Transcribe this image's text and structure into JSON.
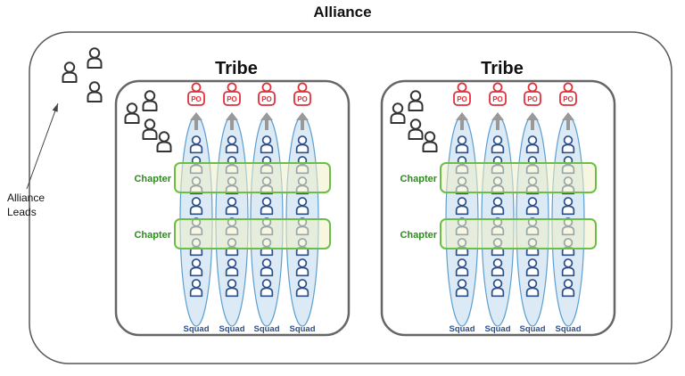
{
  "title": "Alliance",
  "alliance_leads_label": [
    "Alliance",
    "Leads"
  ],
  "tribes": [
    {
      "label": "Tribe",
      "po_label": "PO",
      "chapters": [
        "Chapter",
        "Chapter"
      ],
      "squads": [
        "Squad",
        "Squad",
        "Squad",
        "Squad"
      ]
    },
    {
      "label": "Tribe",
      "po_label": "PO",
      "chapters": [
        "Chapter",
        "Chapter"
      ],
      "squads": [
        "Squad",
        "Squad",
        "Squad",
        "Squad"
      ]
    }
  ],
  "icons": {
    "person": "person-icon",
    "product_owner": "product-owner-icon",
    "arrow": "arrow-up-icon"
  },
  "colors": {
    "squad_fill": "#cfe3f2",
    "squad_stroke": "#5d9fd0",
    "chapter_fill": "#f0efc6",
    "chapter_stroke": "#6cbf46",
    "chapter_text": "#2e8b1e",
    "po_red": "#e0303a",
    "member_blue": "#2c4f8a",
    "lead_dark": "#333333"
  }
}
